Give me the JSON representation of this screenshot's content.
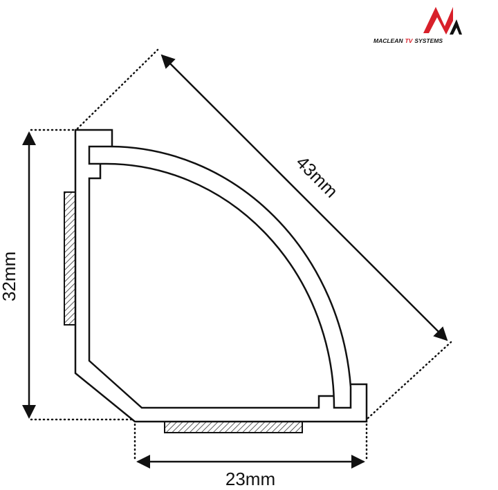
{
  "logo": {
    "text_left": "MACLEAN",
    "text_mid": "TV",
    "text_right": "SYSTEMS",
    "brand_red": "#d8202a",
    "brand_black": "#111111"
  },
  "dimensions": {
    "height": "32mm",
    "width": "23mm",
    "diagonal": "43mm"
  }
}
